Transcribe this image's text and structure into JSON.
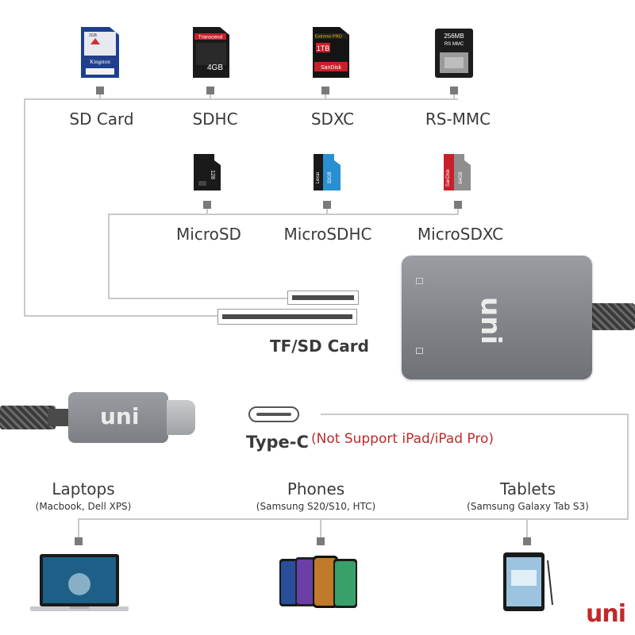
{
  "cards_row1": [
    {
      "label": "SD Card",
      "card_text": "2GB",
      "brand": "Kingston"
    },
    {
      "label": "SDHC",
      "card_text": "4GB",
      "brand": "Transcend"
    },
    {
      "label": "SDXC",
      "card_text": "1TB",
      "brand": "SanDisk",
      "sub": "Extreme PRO"
    },
    {
      "label": "RS-MMC",
      "card_text": "256MB",
      "brand": "RS MMC"
    }
  ],
  "cards_row2": [
    {
      "label": "MicroSD",
      "card_text": "128"
    },
    {
      "label": "MicroSDHC",
      "card_text": "32GB",
      "brand": "Lexar"
    },
    {
      "label": "MicroSDXC",
      "card_text": "64GB",
      "brand": "SanDisk"
    }
  ],
  "slots": {
    "label": "TF/SD Card"
  },
  "adapter": {
    "logo": "uni"
  },
  "typec": {
    "label": "Type-C",
    "note": "(Not Support iPad/iPad Pro)"
  },
  "plug": {
    "logo": "uni"
  },
  "devices": [
    {
      "label": "Laptops",
      "sub": "(Macbook, Dell XPS)"
    },
    {
      "label": "Phones",
      "sub": "(Samsung S20/S10, HTC)"
    },
    {
      "label": "Tablets",
      "sub": "(Samsung Galaxy Tab S3)"
    }
  ],
  "brand_logo": "uni",
  "colors": {
    "accent_red": "#c0292a",
    "line_gray": "#c9c9c9",
    "node_gray": "#7a7a7a",
    "metal": "#8a8d90"
  }
}
